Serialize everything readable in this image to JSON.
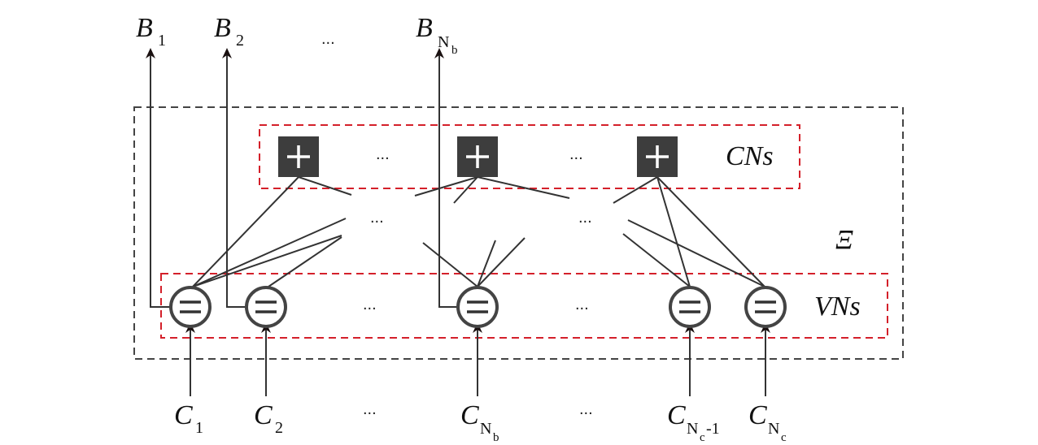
{
  "colors": {
    "line": "#333333",
    "outer_box": "#444444",
    "red_box": "#d4202a",
    "cn_fill": "#3d3d3d",
    "cn_glyph": "#ffffff",
    "vn_stroke": "#444444"
  },
  "top_labels": {
    "b1": {
      "main": "B",
      "sub": "1"
    },
    "b2": {
      "main": "B",
      "sub": "2"
    },
    "bnb": {
      "main": "B",
      "sub": "N",
      "subsub": "b"
    },
    "dots": "..."
  },
  "bottom_labels": {
    "c1": {
      "main": "C",
      "sub": "1"
    },
    "c2": {
      "main": "C",
      "sub": "2"
    },
    "cnb": {
      "main": "C",
      "sub": "N",
      "subsub": "b"
    },
    "cnc1": {
      "main": "C",
      "sub": "N",
      "subsub": "c",
      "suffix": "-1"
    },
    "cnc": {
      "main": "C",
      "sub": "N",
      "subsub": "c"
    },
    "dots": "..."
  },
  "groups": {
    "cns": "CNs",
    "vns": "VNs",
    "outer": "Ξ"
  },
  "icons": {
    "check_node": "plus-box-icon",
    "variable_node": "equals-circle-icon"
  },
  "ellipsis": "..."
}
